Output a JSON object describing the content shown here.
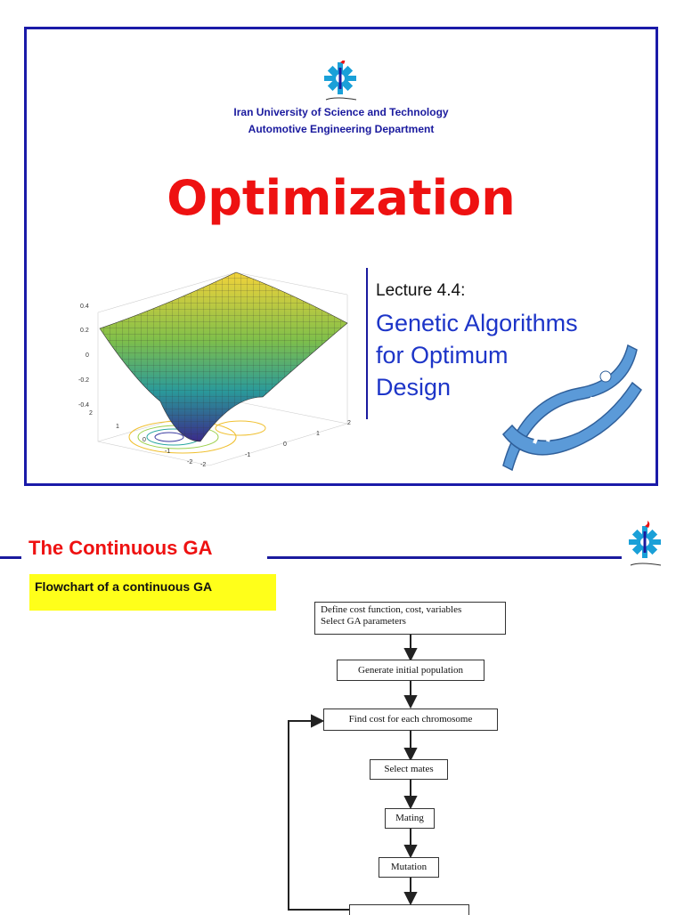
{
  "slide1": {
    "university": "Iran University of Science and Technology",
    "department": "Automotive Engineering Department",
    "title": "Optimization",
    "lecture": "Lecture 4.4:",
    "subtitle_lines": [
      "Genetic Algorithms",
      "for Optimum",
      "Design"
    ],
    "plot_z_ticks": [
      "0.4",
      "0.2",
      "0",
      "-0.2",
      "-0.4"
    ],
    "plot_y_ticks": [
      "2",
      "1",
      "0",
      "-1",
      "-2"
    ],
    "plot_x_ticks": [
      "-2",
      "-1",
      "0",
      "1",
      "2"
    ],
    "colors": {
      "border": "#1a1aa8",
      "title": "#ee1111",
      "subtitle": "#1d35c8"
    }
  },
  "slide2": {
    "title": "The Continuous GA",
    "badge": "Flowchart of a continuous GA",
    "flowchart": {
      "steps": [
        "Define cost function, cost, variables\nSelect GA parameters",
        "Generate initial population",
        "Find cost for each chromosome",
        "Select mates",
        "Mating",
        "Mutation"
      ]
    }
  }
}
